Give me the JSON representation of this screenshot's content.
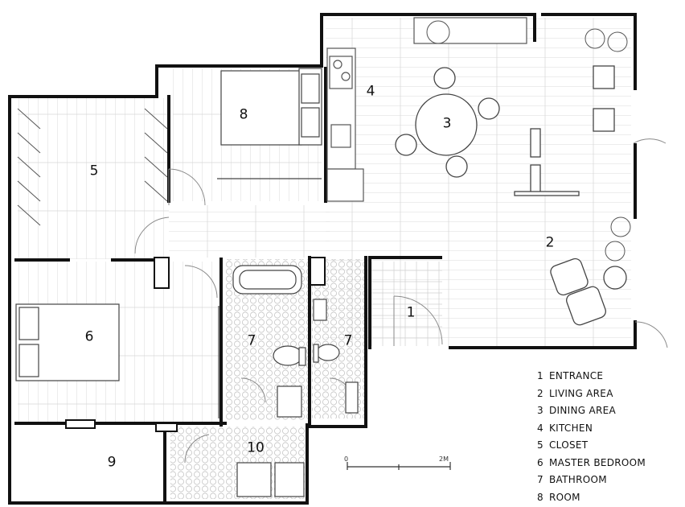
{
  "rooms": {
    "r1": "1",
    "r2": "2",
    "r3": "3",
    "r4": "4",
    "r5": "5",
    "r6": "6",
    "r7a": "7",
    "r7b": "7",
    "r8": "8",
    "r9": "9",
    "r10": "10"
  },
  "legend": [
    {
      "num": "1",
      "label": "ENTRANCE"
    },
    {
      "num": "2",
      "label": "LIVING AREA"
    },
    {
      "num": "3",
      "label": "DINING AREA"
    },
    {
      "num": "4",
      "label": "KITCHEN"
    },
    {
      "num": "5",
      "label": "CLOSET"
    },
    {
      "num": "6",
      "label": "MASTER BEDROOM"
    },
    {
      "num": "7",
      "label": "BATHROOM"
    },
    {
      "num": "8",
      "label": "ROOM"
    }
  ],
  "scale": {
    "start": "0",
    "end": "2M"
  },
  "colors": {
    "wall": "#111111",
    "line": "#9a9a9a",
    "tile": "#c8c8c8"
  }
}
